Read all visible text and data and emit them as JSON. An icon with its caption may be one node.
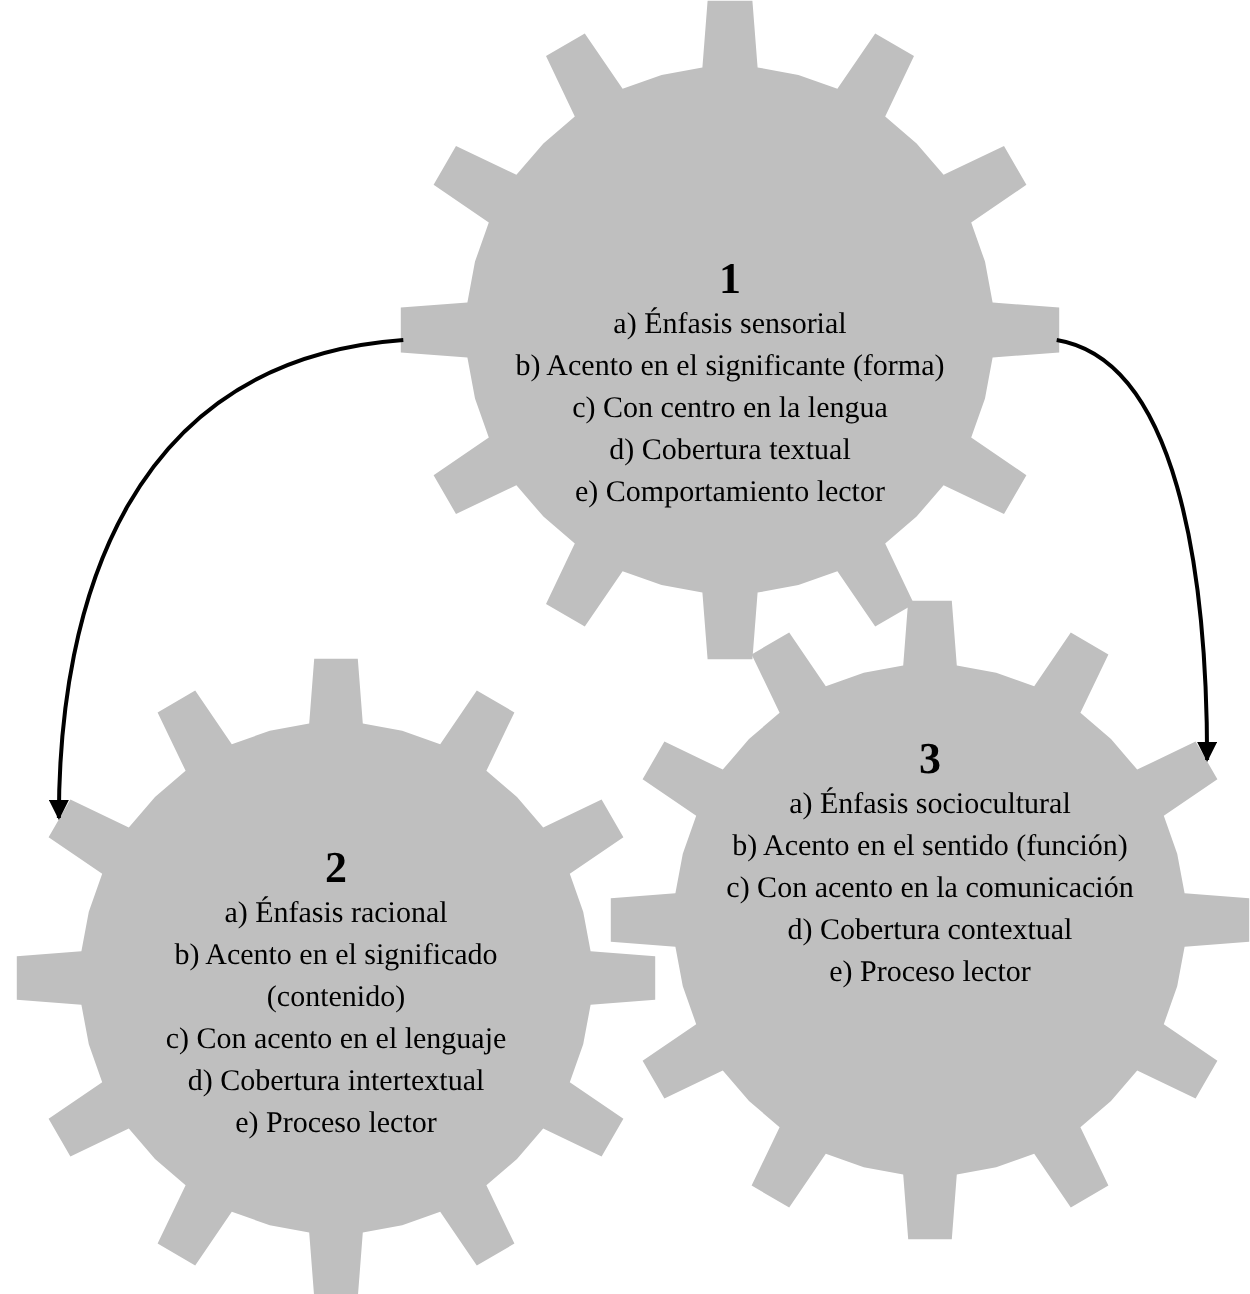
{
  "diagram": {
    "nodes": [
      {
        "text": [
          "1",
          "a) Énfasis sensorial",
          "b) Acento en el significante (forma)",
          "c) Con centro en la lengua",
          "d) Cobertura textual",
          "e) Comportamiento lector"
        ]
      },
      {
        "text": [
          "2",
          "a) Énfasis racional",
          "b) Acento en el significado (contenido)",
          "c) Con acento en el lenguaje",
          "d) Cobertura intertextual",
          "e) Proceso lector"
        ]
      },
      {
        "text": [
          "3",
          "a) Énfasis sociocultural",
          "b) Acento en el sentido (función)",
          "c) Con acento en la comunicación",
          "d) Cobertura contextual",
          "e) Proceso lector"
        ]
      }
    ],
    "edges": [
      {
        "from": 0,
        "to": 1,
        "arrow": "to"
      },
      {
        "from": 0,
        "to": 2,
        "arrow": "to"
      }
    ]
  }
}
